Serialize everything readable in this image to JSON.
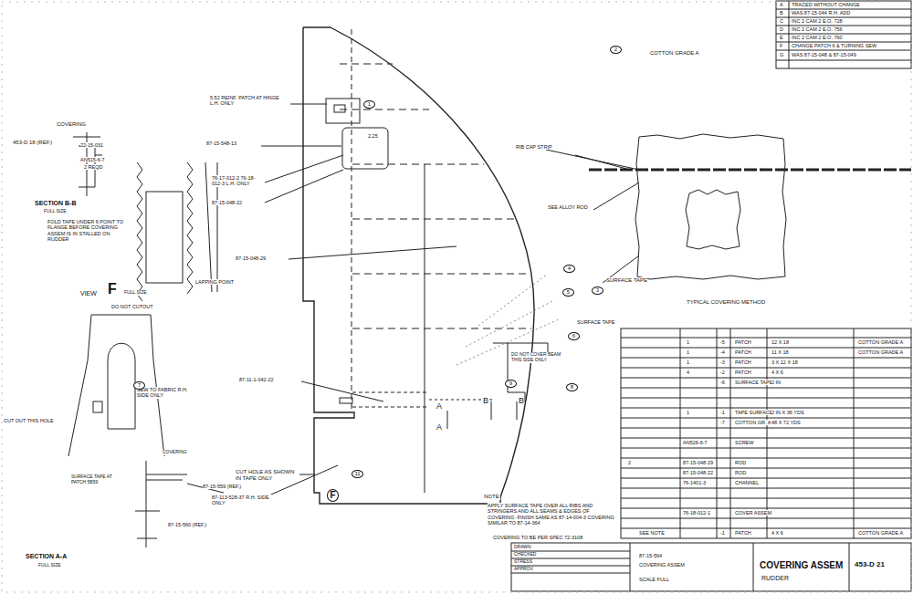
{
  "diagram": {
    "labels": [
      "COVERING",
      "453-D 18 (REF.)",
      "22-15-031",
      "AN515-6-7",
      "2 REQD",
      "SECTION B-B",
      "FULL SIZE",
      "FOLD TAPE UNDER 6 POINT TO FLANGE BEFORE COVERING ASSEM IS IN STALLED ON RUDDER",
      "VIEW",
      "F",
      "FULL SIZE",
      "LAPPING POINT",
      "DO NOT CUTOUT",
      "SEW TO FABRIC R.H. SIDE ONLY",
      "CUT OUT THIS HOLE",
      "COVERING",
      "SURFACE TAPE AT PATCH 5B59",
      "CUT HOLE AS SHOWN IN TAPE ONLY",
      "87-15-559 (REF.)",
      "87-15-560 (REF.)",
      "SECTION A-A",
      "FULL SIZE",
      "5.52 REINF. PATCH AT HINGE L.H. ONLY",
      "87-15-548-13",
      "76-17-012-2 76-18-012-3 L.H. ONLY",
      "87-15-048-22",
      "87-15-048-29",
      "87-11-1-042-22",
      "87-113-528-37 R.H. SIDE ONLY",
      "2.25",
      "COTTON GRADE A",
      "RIB CAP STRIP",
      "SEE ALLOY ROD",
      "SURFACE TAPE",
      "TYPICAL COVERING METHOD",
      "SURFACE TAPE",
      "DO NOT COVER BEAM THIS SIDE ONLY",
      "A",
      "A",
      "B",
      "B",
      "F",
      "NOTE:",
      "APPLY SURFACE TAPE OVER ALL RIBS AND STRINGERS AND ALL SEAMS & EDGES OF COVERING -FINISH SAME AS 87-14-004-3 COVERING SIMILAR TO 87-14-364",
      "COVERING TO BE PER SPEC 72-3108",
      "1",
      "2",
      "3",
      "4",
      "5",
      "6",
      "7",
      "8",
      "9",
      "11",
      "A",
      "TRACED WITHOUT CHANGE",
      "B",
      "WAS 87-15-044 R.H. ADD",
      "C",
      "INC 2 CAM 2 E.O. 728",
      "D",
      "INC 2 CAM 2 E.O. 756",
      "E",
      "INC 2 CAM 2 E.O. 760",
      "F",
      "CHANGE PATCH 6 & TURNING SEW",
      "G",
      "WAS 87-15-048 & 87-15-049",
      "1",
      "-5",
      "PATCH",
      "12 X 18",
      "COTTON GRADE A",
      "1",
      "-4",
      "PATCH",
      "11 X 18",
      "COTTON GRADE A",
      "1",
      "-3",
      "PATCH",
      "3 X 12 X 18",
      "4",
      "-2",
      "PATCH",
      "4 X 6",
      "-6",
      "SURFACE TAPE",
      "2 IN",
      "1",
      "-1",
      "TAPE SURFACE",
      "2 IN X 36 YDS",
      "-7",
      "COTTON GR. A",
      "48 X 72 YDS",
      "AN526-6-7",
      "SCREW",
      "2",
      "87-15-048-29",
      "ROD",
      "87-15-048-22",
      "ROD",
      "76-1401-3",
      "CHANNEL",
      "76-18-012-1",
      "COVER ASSEM",
      "SEE NOTE",
      "-1",
      "PATCH",
      "4 X 6",
      "COTTON GRADE A",
      "87-15-564",
      "COVERING ASSEM",
      "COVERING ASSEM",
      "RUDDER",
      "453-D 21",
      "DRAWN",
      "CHECKED",
      "STRESS",
      "APPROV.",
      "SCALE FULL"
    ]
  }
}
